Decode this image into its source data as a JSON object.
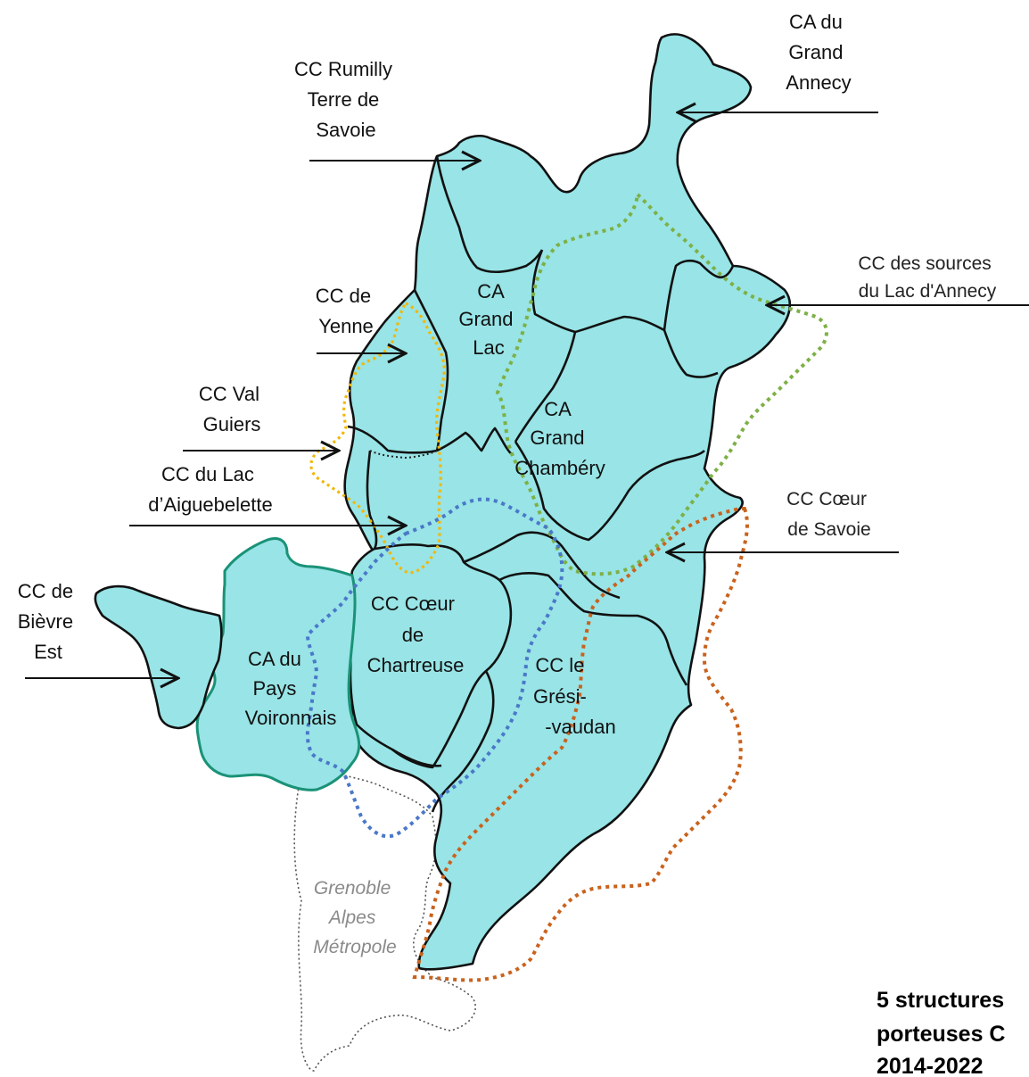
{
  "labels": {
    "grand_annecy": [
      "CA du",
      "Grand",
      "Annecy"
    ],
    "rumilly": [
      "CC Rumilly",
      "Terre de",
      "Savoie"
    ],
    "sources_lac": [
      "CC des sources",
      "du Lac d'Annecy"
    ],
    "yenne": [
      "CC de",
      "Yenne"
    ],
    "val_guiers": [
      "CC Val",
      "Guiers"
    ],
    "aiguebelette": [
      "CC du Lac",
      "d’Aiguebelette"
    ],
    "coeur_savoie": [
      "CC Cœur",
      "de Savoie"
    ],
    "bievre_est": [
      "CC de",
      "Bièvre",
      "Est"
    ],
    "grand_lac": [
      "CA",
      "Grand",
      "Lac"
    ],
    "grand_chambery": [
      "CA",
      "Grand",
      "Chambéry"
    ],
    "coeur_chartreuse": [
      "CC Cœur",
      "de",
      "Chartreuse"
    ],
    "gresivaudan": [
      "CC le",
      "Grési-",
      "-vaudan"
    ],
    "pays_voironnais": [
      "CA du",
      "Pays",
      "Voironnais"
    ],
    "grenoble": [
      "Grenoble",
      "Alpes",
      "Métropole"
    ]
  },
  "footnote": [
    "5 structures",
    "porteuses C",
    "2014-2022"
  ],
  "colors": {
    "fill": "#98e4e6",
    "border": "#111111",
    "yellow_dotted": "#f2b705",
    "green_dotted": "#7db046",
    "blue_dotted": "#4a78c9",
    "orange_dotted": "#c9621d",
    "voironnais_outline": "#1a9277",
    "metropole_dotted": "#555555",
    "metropole_text": "#8a8a8a"
  }
}
